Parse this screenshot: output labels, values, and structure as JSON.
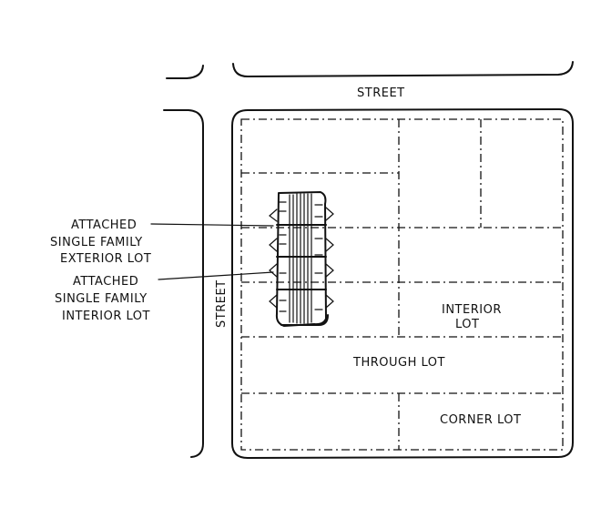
{
  "labels": {
    "street_top": "STREET",
    "street_left": "STREET",
    "attached_exterior": [
      "ATTACHED",
      "SINGLE FAMILY",
      "EXTERIOR LOT"
    ],
    "attached_interior": [
      "ATTACHED",
      "SINGLE FAMILY",
      "INTERIOR LOT"
    ],
    "interior_lot": [
      "INTERIOR",
      "LOT"
    ],
    "through_lot": "THROUGH LOT",
    "corner_lot": "CORNER LOT"
  }
}
